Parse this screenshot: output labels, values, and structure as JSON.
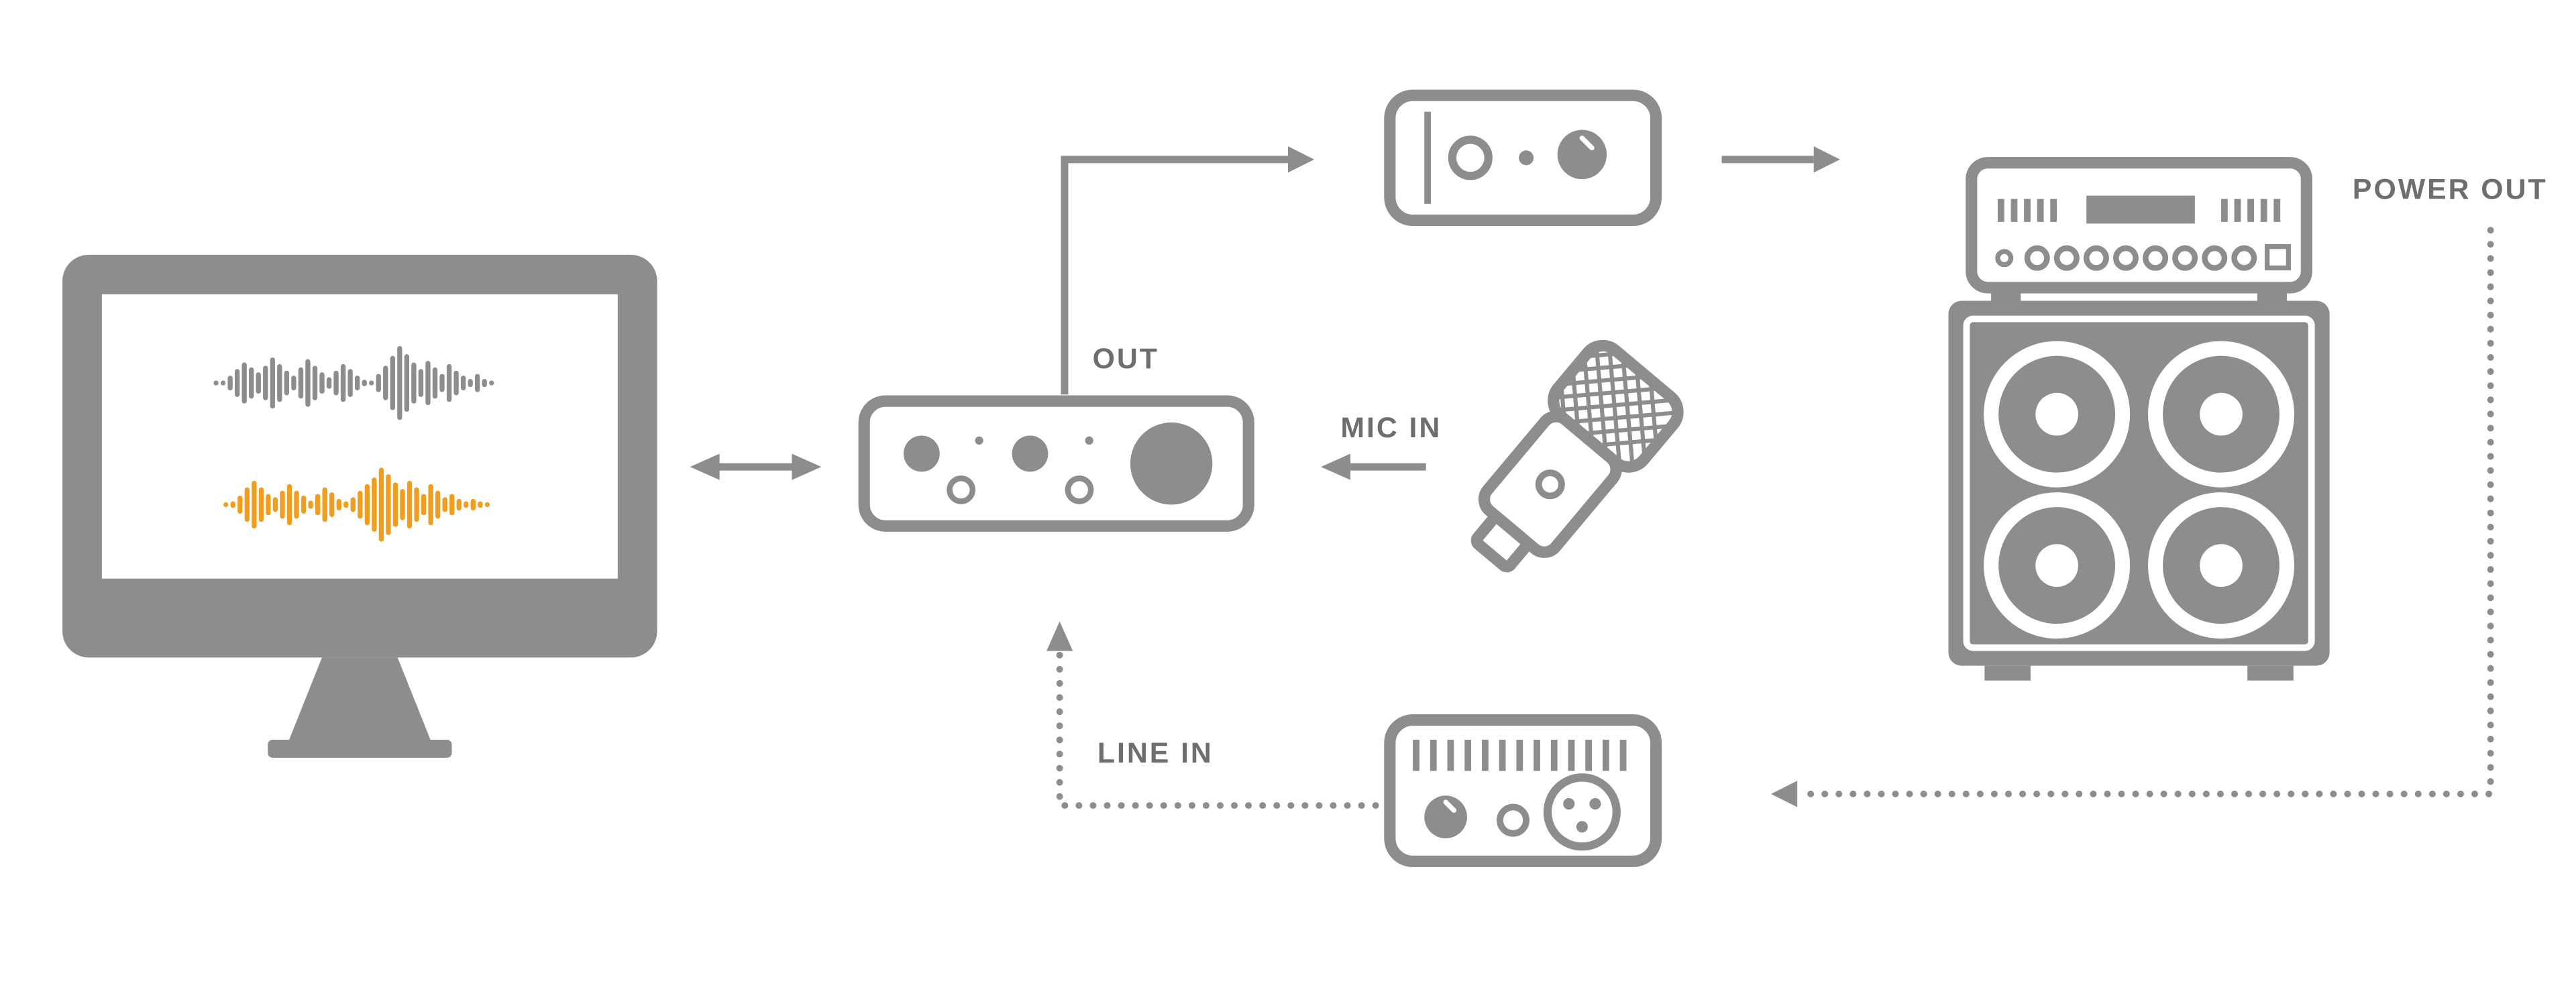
{
  "colors": {
    "component-gray": "#8d8d8d",
    "label-gray": "#6e6e6e",
    "waveform-orange": "#f09e20",
    "background": "#ffffff"
  },
  "labels": {
    "out": "OUT",
    "mic_in": "MIC IN",
    "line_in": "LINE IN",
    "power_out": "POWER OUT"
  },
  "waveforms": {
    "top": {
      "color": "#8d8d8d",
      "heights": [
        3,
        3,
        9,
        17,
        25,
        19,
        13,
        21,
        31,
        23,
        15,
        9,
        19,
        29,
        21,
        13,
        7,
        15,
        23,
        17,
        9,
        4,
        3,
        11,
        21,
        33,
        45,
        35,
        25,
        17,
        27,
        19,
        11,
        23,
        15,
        9,
        5,
        11,
        5,
        3
      ]
    },
    "bottom": {
      "color": "#f09e20",
      "heights": [
        3,
        4,
        11,
        21,
        29,
        21,
        13,
        9,
        17,
        25,
        17,
        11,
        5,
        13,
        21,
        15,
        7,
        4,
        9,
        17,
        25,
        33,
        45,
        37,
        27,
        19,
        29,
        21,
        13,
        25,
        17,
        9,
        13,
        7,
        4,
        7,
        4,
        3
      ]
    }
  },
  "components": [
    {
      "name": "computer-monitor"
    },
    {
      "name": "audio-interface"
    },
    {
      "name": "power-amp"
    },
    {
      "name": "amp-head"
    },
    {
      "name": "speaker-cabinet"
    },
    {
      "name": "microphone"
    },
    {
      "name": "line-source-device"
    }
  ]
}
